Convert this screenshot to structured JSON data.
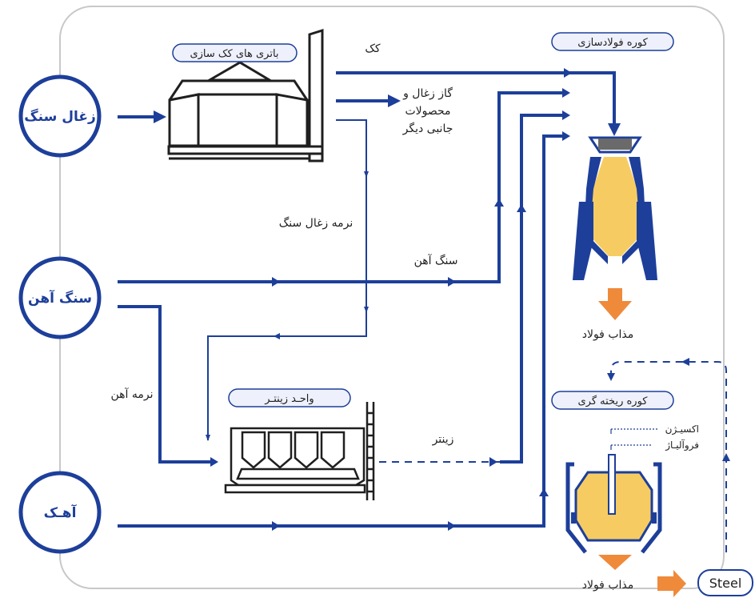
{
  "colors": {
    "flow_blue": "#1d3f9a",
    "dark_outline": "#1f1f1f",
    "steel_yellow": "#f6cc62",
    "arrow_orange": "#ef8a3b",
    "panel_border": "#c8c8c8",
    "tag_fill": "#eef1fb",
    "tag_border": "#1d3f9a"
  },
  "nodes": {
    "coal": "زغال سنگ",
    "iron_ore": "سنگ آهن",
    "lime": "آهـک"
  },
  "units": {
    "coke_battery": "باتری های کک سازی",
    "steel_furnace": "کوره فولادسازی",
    "sinter_unit": "واحـد زینتـر",
    "casting_furnace": "کوره ریخته گری"
  },
  "labels": {
    "coke": "کک",
    "gas_line1": "گاز زغال و",
    "gas_line2": "محصولات",
    "gas_line3": "جانبی دیگر",
    "coal_fines": "نرمه زغال سنگ",
    "iron_ore_flow": "سنگ آهن",
    "iron_fines": "نرمه آهن",
    "sinter": "زینتر",
    "molten_steel_1": "مذاب فولاد",
    "oxygen": "اکسیـژن",
    "ferroalloy": "فروآلیـاژ",
    "molten_steel_2": "مذاب فولاد",
    "steel": "Steel"
  }
}
